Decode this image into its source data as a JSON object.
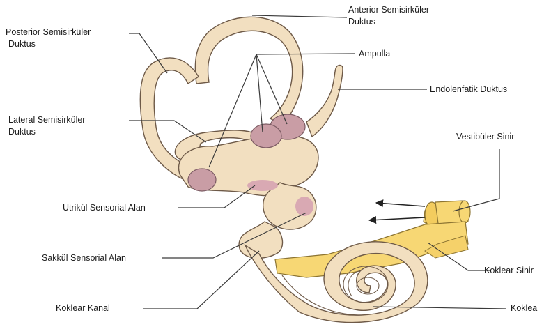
{
  "labels": {
    "anterior": [
      "Anterior Semisirküler",
      "Duktus"
    ],
    "posterior": [
      "Posterior Semisirküler",
      "Duktus"
    ],
    "ampulla": "Ampulla",
    "endolenfatik": "Endolenfatik Duktus",
    "lateral": [
      "Lateral Semisirküler",
      "Duktus"
    ],
    "vestibuler": "Vestibüler  Sinir",
    "utrikul": "Utrikül Sensorial Alan",
    "sakkul": "Sakkül Sensorial Alan",
    "koklear_sinir": "Koklear Sinir",
    "koklear_kanal": "Koklear Kanal",
    "koklea": "Koklea"
  },
  "colors": {
    "membrane": "#f2dfc0",
    "membrane_outline": "#6e5a48",
    "ampulla": "#c99da5",
    "sensory": "#d9a9b3",
    "nerve": "#f7d774",
    "nerve_outline": "#8c7432",
    "leader_line": "#3a3a3a"
  }
}
